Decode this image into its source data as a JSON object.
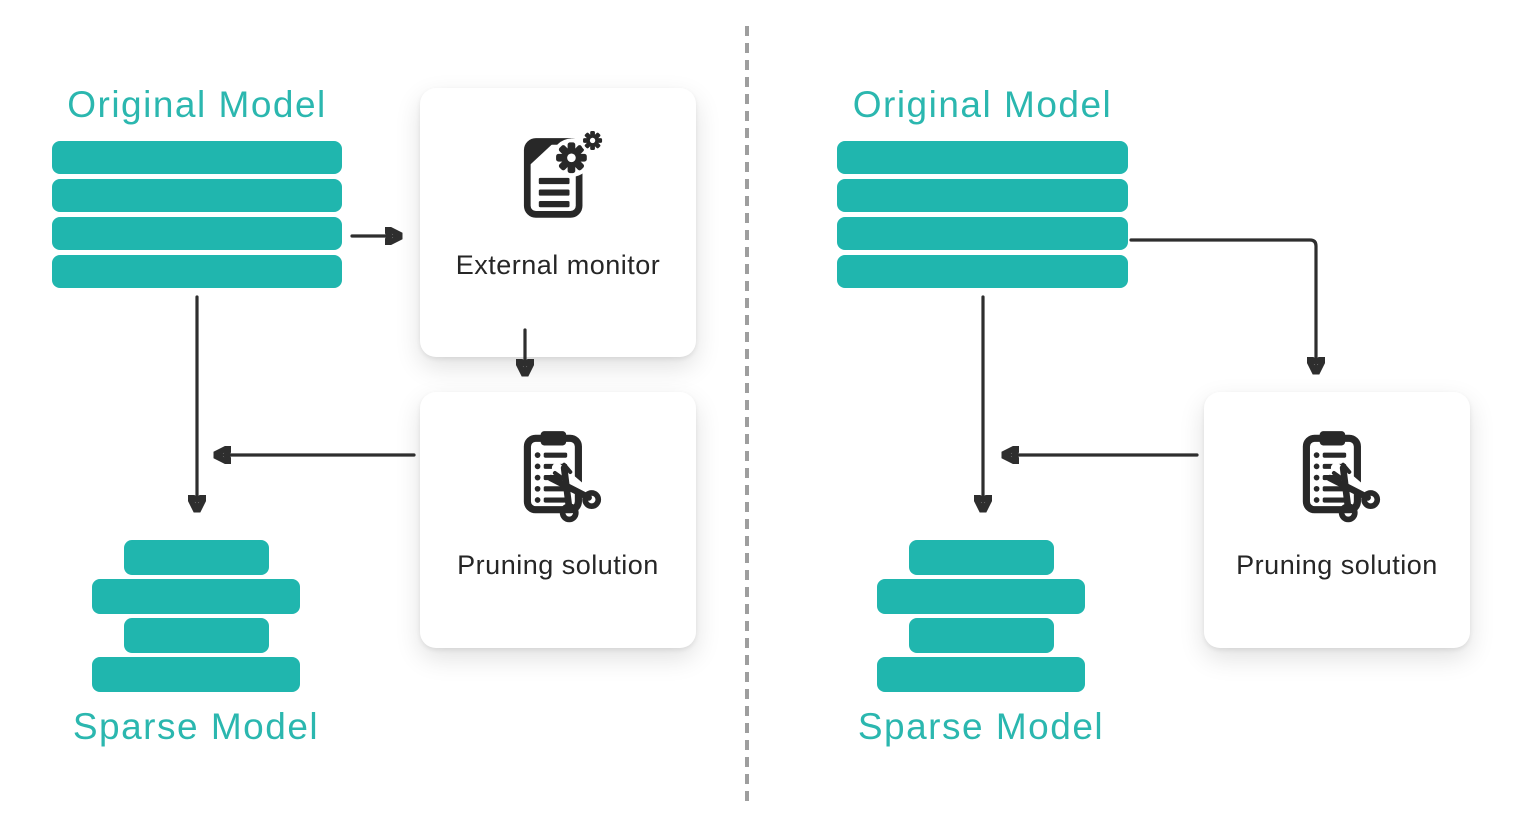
{
  "palette": {
    "teal_bar": "#20B6AE",
    "teal_text": "#2BB7AF",
    "ink": "#2E2E2E",
    "card_bg": "#FFFFFF",
    "divider_gray": "#9E9E9E"
  },
  "left_panel": {
    "original_model_label": "Original Model",
    "sparse_model_label": "Sparse Model",
    "external_monitor_label": "External monitor",
    "pruning_solution_label": "Pruning solution",
    "original_layer_count": 4,
    "sparse_layer_count": 4,
    "flows": [
      {
        "from": "original-model",
        "to": "external-monitor"
      },
      {
        "from": "external-monitor",
        "to": "pruning-solution"
      },
      {
        "from": "pruning-solution",
        "to": "original-to-sparse-arrow"
      },
      {
        "from": "original-model",
        "to": "sparse-model"
      }
    ]
  },
  "right_panel": {
    "original_model_label": "Original Model",
    "sparse_model_label": "Sparse Model",
    "pruning_solution_label": "Pruning solution",
    "original_layer_count": 4,
    "sparse_layer_count": 4,
    "flows": [
      {
        "from": "original-model",
        "to": "pruning-solution"
      },
      {
        "from": "pruning-solution",
        "to": "original-to-sparse-arrow"
      },
      {
        "from": "original-model",
        "to": "sparse-model"
      }
    ]
  },
  "icons": {
    "external_monitor": "document-gears-icon",
    "pruning_solution": "clipboard-scissors-icon"
  }
}
